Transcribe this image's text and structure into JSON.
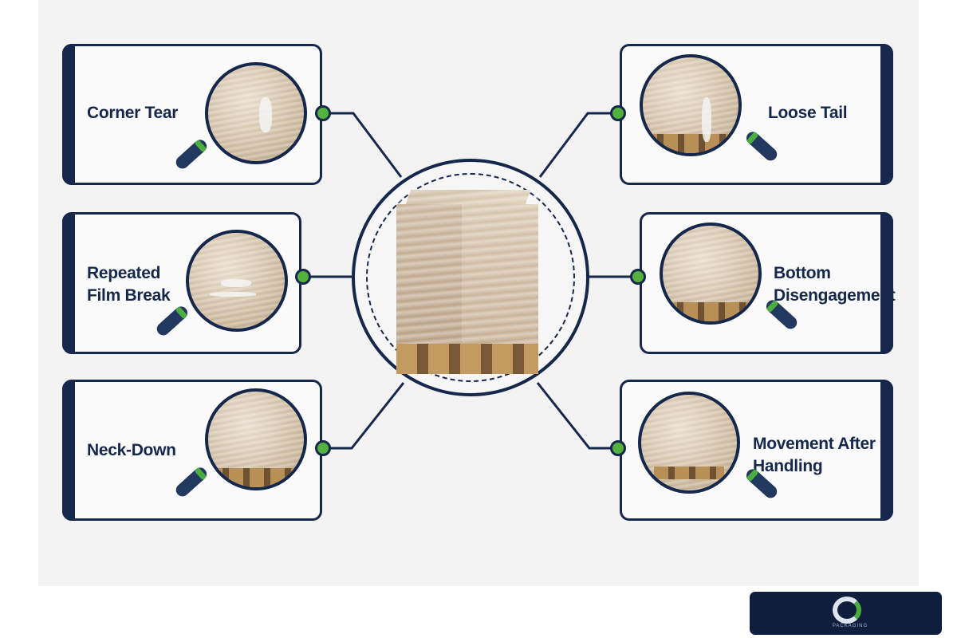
{
  "items": [
    {
      "id": "corner-tear",
      "label": "Corner Tear"
    },
    {
      "id": "repeated-film-break",
      "label": "Repeated Film Break"
    },
    {
      "id": "neck-down",
      "label": "Neck-Down"
    },
    {
      "id": "loose-tail",
      "label": "Loose Tail"
    },
    {
      "id": "bottom-disengagement",
      "label": "Bottom Disengagement"
    },
    {
      "id": "movement-after-handling",
      "label": "Movement After Handling"
    }
  ],
  "logo": {
    "brand": "PACKAGING"
  },
  "colors": {
    "navy": "#15274b",
    "green": "#55b13d",
    "background": "#f3f3f3"
  }
}
